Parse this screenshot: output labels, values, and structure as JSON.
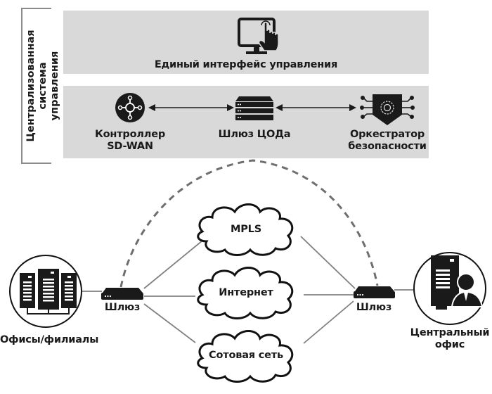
{
  "management_system": {
    "label_line1": "Централизованная система",
    "label_line2": "управления"
  },
  "interface_panel": {
    "title": "Единый интерфейс управления",
    "icon": "touch-monitor-icon"
  },
  "control_panel": {
    "nodes": [
      {
        "label_line1": "Контроллер",
        "label_line2": "SD-WAN",
        "icon": "network-hub-icon"
      },
      {
        "label_line1": "Шлюз ЦОДа",
        "label_line2": "",
        "icon": "server-stack-icon"
      },
      {
        "label_line1": "Оркестратор",
        "label_line2": "безопасности",
        "icon": "security-shield-gear-icon"
      }
    ],
    "links": [
      "bidirectional",
      "bidirectional"
    ]
  },
  "network": {
    "left_site": {
      "label": "Офисы/филиалы",
      "icon": "servers-icon"
    },
    "right_site": {
      "label_line1": "Центральный",
      "label_line2": "офис",
      "icon": "server-user-icon"
    },
    "left_gateway": {
      "label": "Шлюз",
      "icon": "router-icon"
    },
    "right_gateway": {
      "label": "Шлюз",
      "icon": "router-icon"
    },
    "transports": [
      {
        "label": "MPLS"
      },
      {
        "label": "Интернет"
      },
      {
        "label": "Сотовая сеть"
      }
    ],
    "management_link": "dashed"
  },
  "colors": {
    "panel": "#d9d9d9",
    "icon": "#1a1a1a",
    "line": "#808080",
    "dashed": "#6e6e6e"
  }
}
